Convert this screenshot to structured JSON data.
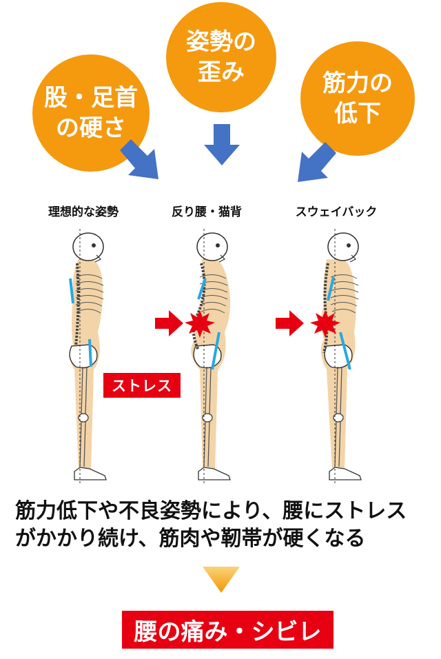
{
  "causes": {
    "left": "股・足首\nの硬さ",
    "middle": "姿勢の\n歪み",
    "right": "筋力の\n低下"
  },
  "postures": [
    {
      "label": "理想的な姿勢"
    },
    {
      "label": "反り腰・猫背"
    },
    {
      "label": "スウェイバック"
    }
  ],
  "stress_label": "ストレス",
  "description": [
    "筋力低下や不良姿勢により、腰にストレス",
    "がかかり続け、筋肉や靭帯が硬くなる"
  ],
  "result": "腰の痛み・シビレ",
  "colors": {
    "circle": "#F5990F",
    "arrow_blue": "#4472C4",
    "red": "#E60012",
    "body": "#F3D4A8",
    "spine_line": "#29A8E0"
  }
}
